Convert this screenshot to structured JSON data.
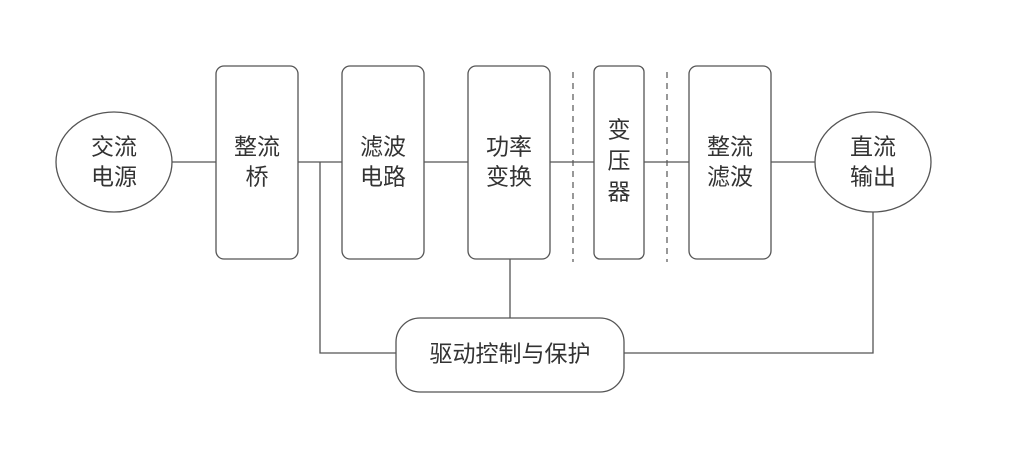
{
  "diagram": {
    "nodes": [
      {
        "id": "ac_source",
        "lines": [
          "交流",
          "电源"
        ]
      },
      {
        "id": "rectifier_bridge",
        "lines": [
          "整流",
          "桥"
        ]
      },
      {
        "id": "filter_circuit",
        "lines": [
          "滤波",
          "电路"
        ]
      },
      {
        "id": "power_conversion",
        "lines": [
          "功率",
          "变换"
        ]
      },
      {
        "id": "transformer",
        "lines": [
          "变",
          "压",
          "器"
        ]
      },
      {
        "id": "rectifier_filter",
        "lines": [
          "整流",
          "滤波"
        ]
      },
      {
        "id": "dc_output",
        "lines": [
          "直流",
          "输出"
        ]
      },
      {
        "id": "drive_control",
        "lines": [
          "驱动控制与保护"
        ]
      }
    ],
    "edges": [
      {
        "from": "ac_source",
        "to": "rectifier_bridge"
      },
      {
        "from": "rectifier_bridge",
        "to": "filter_circuit"
      },
      {
        "from": "filter_circuit",
        "to": "power_conversion"
      },
      {
        "from": "power_conversion",
        "to": "transformer"
      },
      {
        "from": "transformer",
        "to": "rectifier_filter"
      },
      {
        "from": "rectifier_filter",
        "to": "dc_output"
      },
      {
        "from": "rectifier_bridge",
        "to": "drive_control"
      },
      {
        "from": "power_conversion",
        "to": "drive_control"
      },
      {
        "from": "dc_output",
        "to": "drive_control"
      }
    ]
  }
}
